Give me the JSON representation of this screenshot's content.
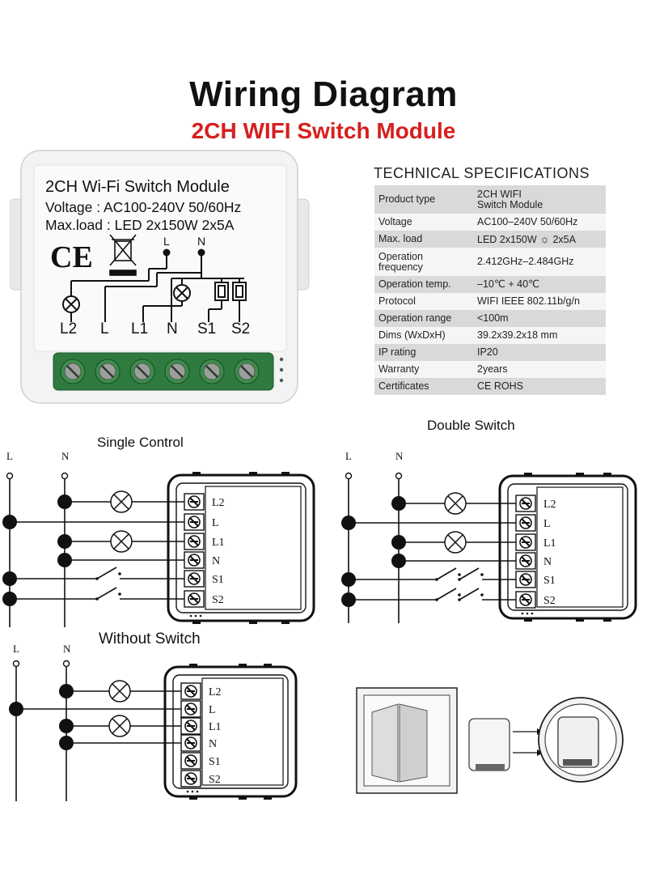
{
  "header": {
    "title": "Wiring Diagram",
    "subtitle": "2CH WIFI Switch Module"
  },
  "module": {
    "line1": "2CH Wi-Fi Switch Module",
    "line2": "Voltage : AC100-240V 50/60Hz",
    "line3": "Max.load : LED 2x150W  2x5A",
    "ce_mark": "CE",
    "top_L": "L",
    "top_N": "N",
    "terminals": [
      "L2",
      "L",
      "L1",
      "N",
      "S1",
      "S2"
    ]
  },
  "specs": {
    "title": "TECHNICAL SPECIFICATIONS",
    "rows": [
      {
        "key": "Product type",
        "value": "2CH WIFI\nSwitch Module"
      },
      {
        "key": "Voltage",
        "value": "AC100–240V 50/60Hz"
      },
      {
        "key": "Max. load",
        "value": "LED 2x150W",
        "extra": "2x5A"
      },
      {
        "key": "Operation\nfrequency",
        "value": "2.412GHz–2.484GHz"
      },
      {
        "key": "Operation temp.",
        "value": "–10℃ + 40℃"
      },
      {
        "key": "Protocol",
        "value": "WIFI  IEEE 802.11b/g/n"
      },
      {
        "key": "Operation range",
        "value": "<100m"
      },
      {
        "key": "Dims (WxDxH)",
        "value": "39.2x39.2x18 mm"
      },
      {
        "key": "IP rating",
        "value": "IP20"
      },
      {
        "key": "Warranty",
        "value": "2years"
      },
      {
        "key": "Certificates",
        "value": "CE ROHS"
      }
    ]
  },
  "diagrams": {
    "single_control": "Single Control",
    "double_switch": "Double Switch",
    "without_switch": "Without Switch",
    "line_L": "L",
    "line_N": "N",
    "terminals": [
      "L2",
      "L",
      "L1",
      "N",
      "S1",
      "S2"
    ]
  }
}
